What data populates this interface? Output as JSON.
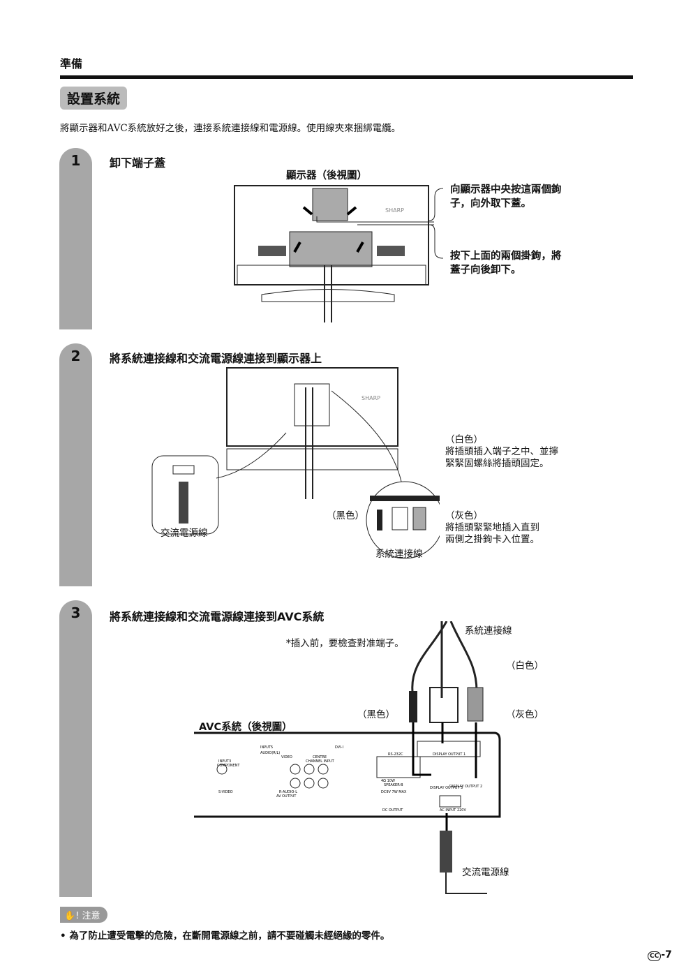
{
  "header": {
    "section": "準備"
  },
  "title": "設置系統",
  "intro": "將顯示器和AVC系統放好之後，連接系統連接線和電源線。使用線夾來捆綁電纜。",
  "steps": [
    {
      "number": "1",
      "title": "卸下端子蓋",
      "diagram_title": "顯示器（後視圖）",
      "brand": "SHARP",
      "callout_1": [
        "向顯示器中央按這兩個鉤",
        "子，向外取下蓋。"
      ],
      "callout_2": [
        "按下上面的兩個掛鉤，將",
        "蓋子向後卸下。"
      ]
    },
    {
      "number": "2",
      "title": "將系統連接線和交流電源線連接到顯示器上",
      "brand": "SHARP",
      "white_label": "（白色）",
      "white_desc": [
        "將插頭插入端子之中、並擰",
        "緊緊固螺絲將插頭固定。"
      ],
      "black_label": "（黑色）",
      "gray_label": "（灰色）",
      "gray_desc": [
        "將插頭緊緊地插入直到",
        "兩側之掛鉤卡入位置。"
      ],
      "ac_cord": "交流電源線",
      "system_cable": "系統連接線"
    },
    {
      "number": "3",
      "title": "將系統連接線和交流電源線連接到AVC系統",
      "note": "*插入前，要檢查對准端子。",
      "system_cable": "系統連接線",
      "white_label": "（白色）",
      "black_label": "（黑色）",
      "gray_label": "（灰色）",
      "diagram_title": "AVC系統（後視圖）",
      "ac_cord": "交流電源線",
      "panel_labels": {
        "inputs": "INPUT5",
        "audio": "AUDIO(R/L)",
        "dvi": "DVI-I",
        "input3": "INPUT3",
        "component": "COMPONENT",
        "video": "VIDEO",
        "centre": "CENTRE",
        "channel_input": "CHANNEL INPUT",
        "svideo": "S-VIDEO",
        "r_audio_l": "R-AUDIO-L",
        "av_output": "AV OUTPUT",
        "rs232c": "RS-232C",
        "display_output_1": "DISPLAY OUTPUT 1",
        "display_output_2": "DISPLAY OUTPUT 2",
        "display_output_3": "DISPLAY OUTPUT 3",
        "speaker": "SPEAKER-B",
        "speaker_spec": "4Ω 10W",
        "dc_spec": "DC9V 7W MAX",
        "dc_output": "DC OUTPUT",
        "ac_input": "AC INPUT 220V"
      }
    }
  ],
  "caution": {
    "label": "注意",
    "text": "為了防止遭受電擊的危險，在斷開電源線之前，請不要碰觸未經絕緣的零件。"
  },
  "page": {
    "number": "-7",
    "badge": "CC"
  }
}
